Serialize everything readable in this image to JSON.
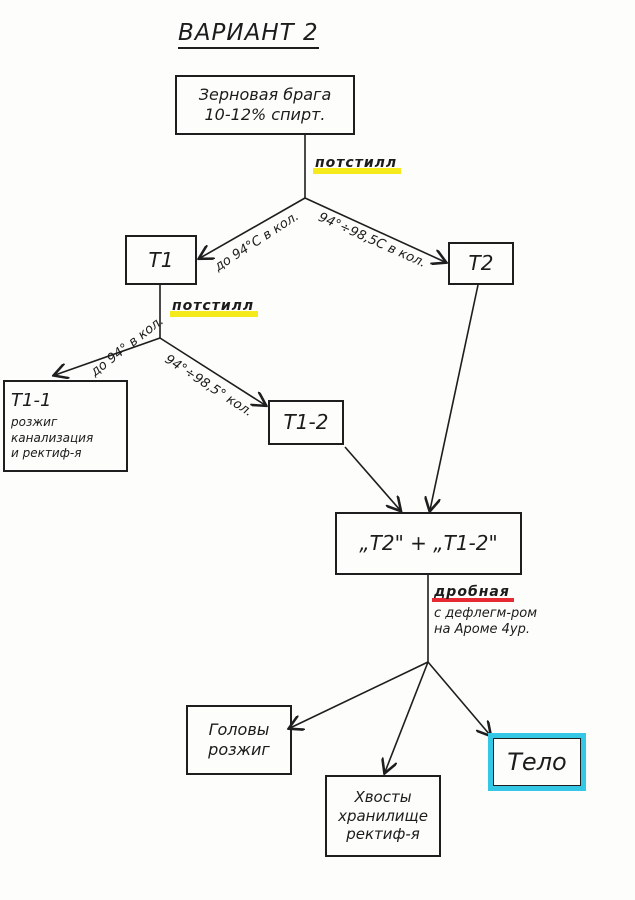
{
  "title": "ВАРИАНТ 2",
  "nodes": {
    "brew": "Зерновая брага\n10-12% спирт.",
    "t1": "Т1",
    "t2": "Т2",
    "t1_1_title": "Т1-1",
    "t1_1_body": "розжиг\nканализация\nи ректиф-я",
    "t1_2": "Т1-2",
    "combined": "„Т2\" + „Т1-2\"",
    "heads": "Головы\nрозжиг",
    "tails": "Хвосты\nхранилище\nректиф-я",
    "body": "Тело"
  },
  "process_labels": {
    "potstill_1": "потстилл",
    "potstill_2": "потстилл",
    "fractional": "дробная",
    "fractional_note": "с дефлегм-ром\nна Ароме 4ур."
  },
  "edge_labels": {
    "to_t1": "до 94°С в кол.",
    "to_t2": "94°÷98,5С в кол.",
    "to_t1_1": "до 94° в кол.",
    "to_t1_2": "94°÷98,5° кол."
  },
  "colors": {
    "highlight_yellow": "#f4ea1c",
    "highlight_red": "#e52a34",
    "body_box_border": "#35c8e6"
  }
}
